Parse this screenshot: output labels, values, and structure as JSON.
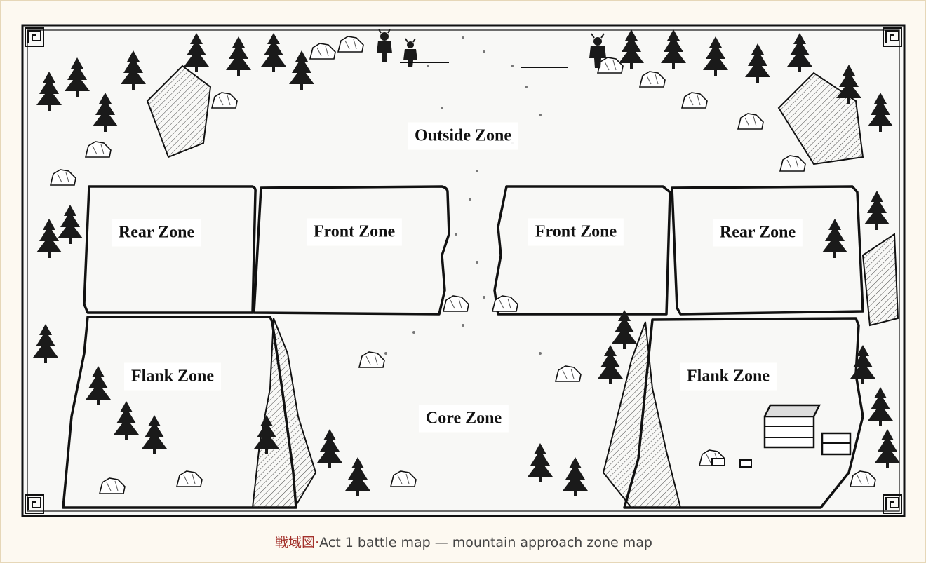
{
  "map": {
    "zones": {
      "outside": "Outside Zone",
      "rear_left": "Rear Zone",
      "front_left": "Front Zone",
      "front_right": "Front Zone",
      "rear_right": "Rear Zone",
      "flank_left": "Flank Zone",
      "core": "Core Zone",
      "flank_right": "Flank Zone"
    },
    "monster_count_top_left": 2,
    "monster_count_top_right": 1
  },
  "caption": {
    "kanji": "戦域図",
    "separator": "·",
    "text": "Act 1 battle map — mountain approach zone map"
  },
  "colors": {
    "ink": "#111111",
    "caption_accent": "#a3312b",
    "caption_text": "#444444",
    "page_background": "#fdf9f1"
  },
  "icons": [
    "pine-tree-icon",
    "rock-icon",
    "monster-icon",
    "treasure-chest-icon",
    "corner-fret-ornament-icon"
  ]
}
